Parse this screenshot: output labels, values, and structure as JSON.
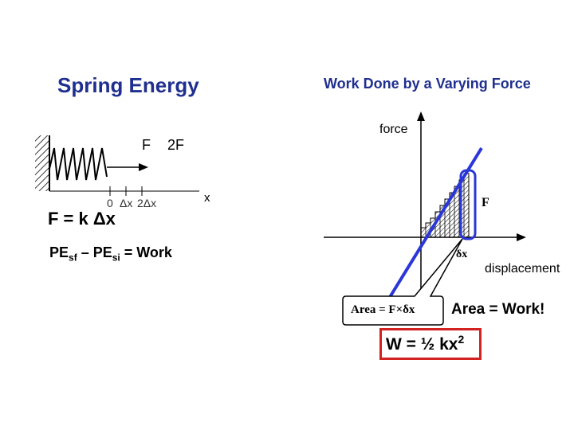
{
  "left_panel": {
    "title": "Spring Energy",
    "force_label_1": "F",
    "force_label_2": "2F",
    "axis_label": "x",
    "ticks": [
      "0",
      "Δx",
      "2Δx"
    ],
    "hooke_law": "F = k Δx",
    "pe_equation": {
      "part1": "PE",
      "sub1": "sf",
      "part2": " – PE",
      "sub2": "si",
      "part3": " = Work"
    }
  },
  "right_panel": {
    "title": "Work Done by a Varying Force",
    "y_axis_label": "force",
    "x_axis_label": "displacement",
    "bracket_label": "F",
    "delta_label": "δx",
    "callout": "Area = F×δx",
    "area_statement": "Area = Work!",
    "result_formula": {
      "base": "W = ½ kx",
      "exp": "2"
    },
    "line_color": "#2a37d8",
    "bracket_color": "#2a37d8",
    "result_box_color": "#d22222"
  }
}
